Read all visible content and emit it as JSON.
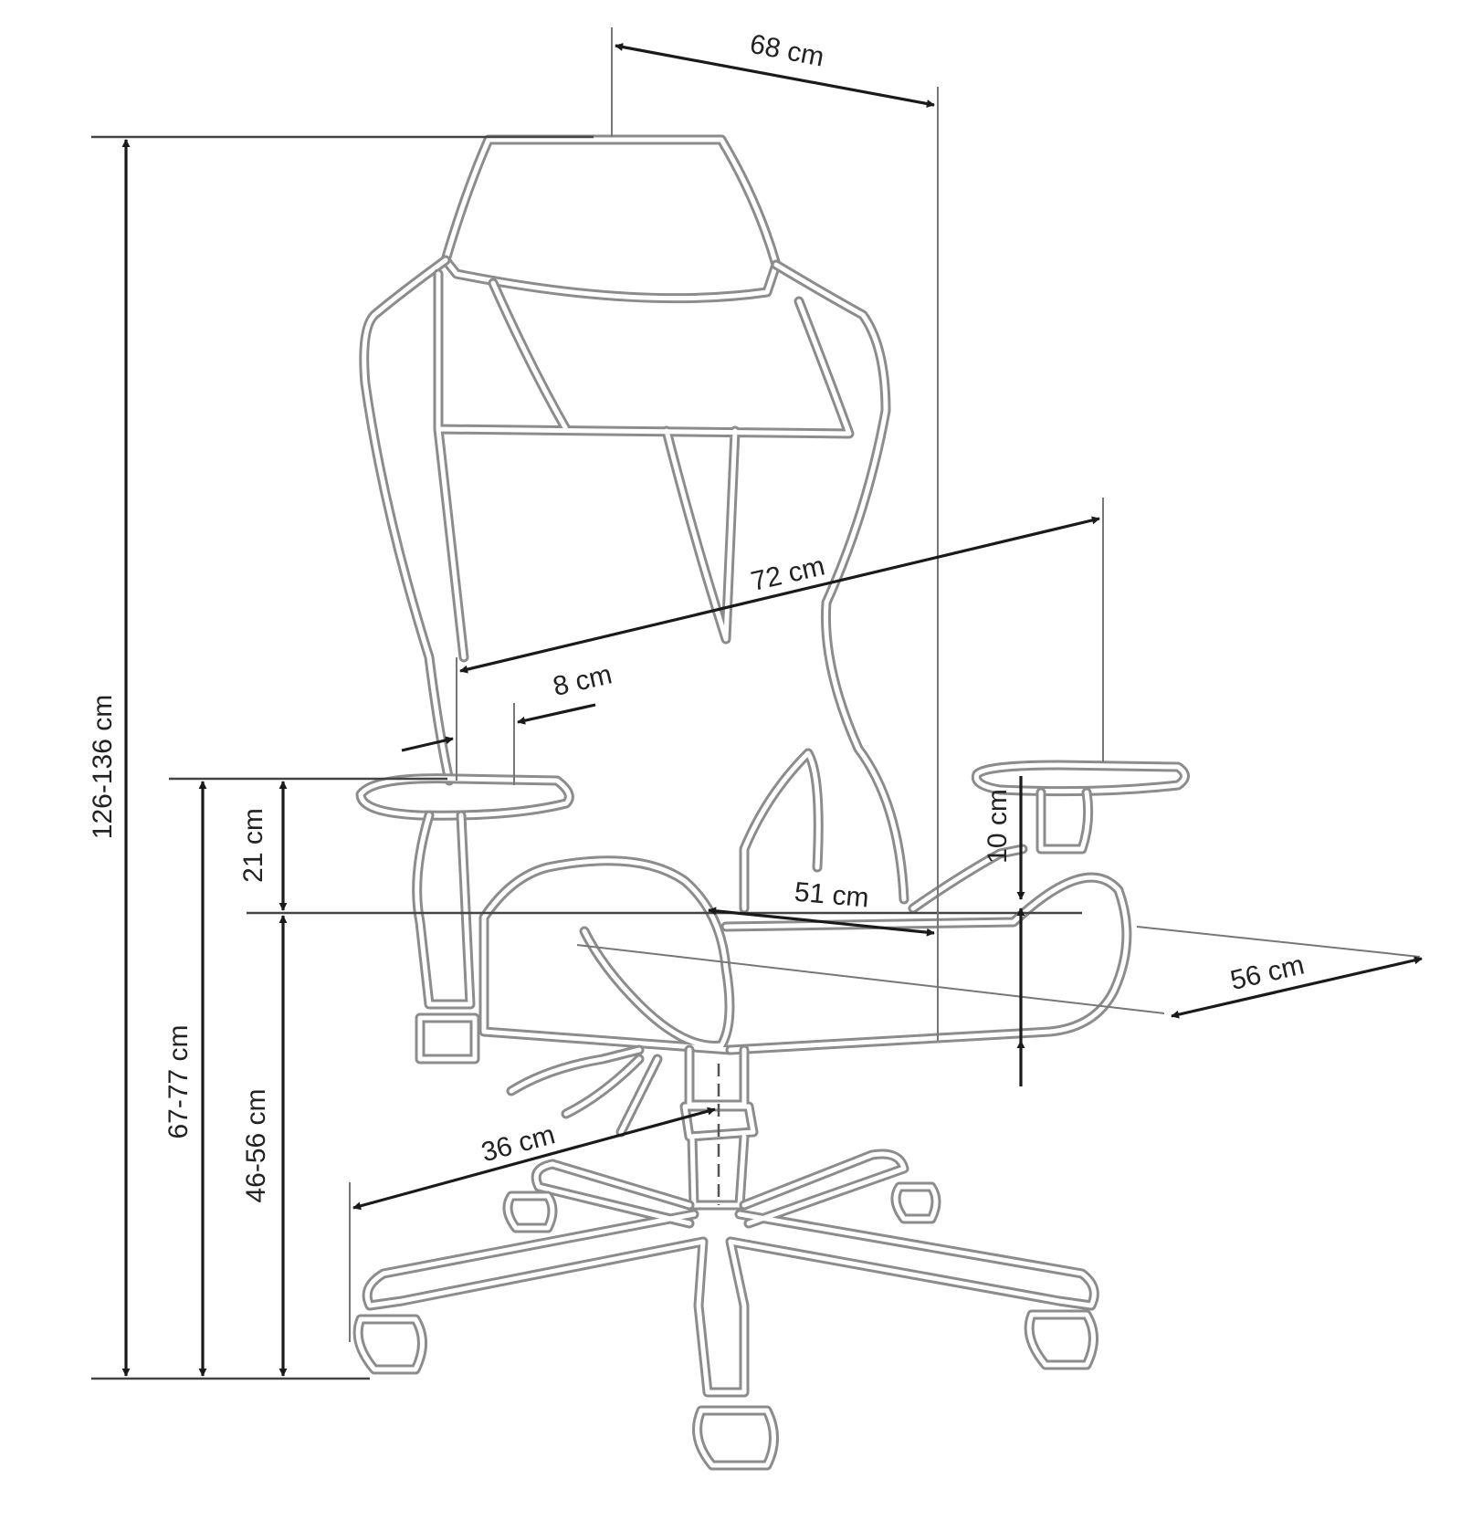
{
  "dimensions": {
    "total_height": "126-136 cm",
    "armrest_height": "67-77 cm",
    "seat_height": "46-56 cm",
    "armrest_above_seat": "21 cm",
    "overall_width": "68 cm",
    "backrest_height": "72 cm",
    "armrest_width": "8 cm",
    "armrest_adjust": "10 cm",
    "seat_depth": "51 cm",
    "seat_width": "56 cm",
    "base_radius": "36 cm"
  },
  "colors": {
    "outline": "#8c8c8c",
    "dimension_line": "#1a1a1a"
  }
}
